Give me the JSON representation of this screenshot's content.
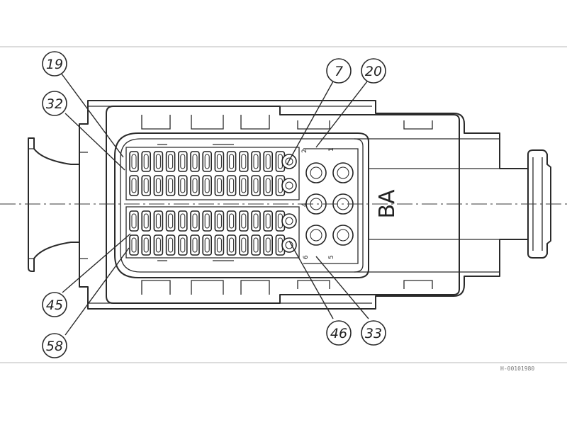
{
  "diagram": {
    "housing_marking": "BA",
    "sheet_code": "H-00101980",
    "callouts": [
      {
        "id": "19",
        "label": "19"
      },
      {
        "id": "32",
        "label": "32"
      },
      {
        "id": "7",
        "label": "7"
      },
      {
        "id": "20",
        "label": "20"
      },
      {
        "id": "45",
        "label": "45"
      },
      {
        "id": "58",
        "label": "58"
      },
      {
        "id": "46",
        "label": "46"
      },
      {
        "id": "33",
        "label": "33"
      }
    ],
    "cavity_labels": [
      {
        "id": "c2",
        "label": "2"
      },
      {
        "id": "c1",
        "label": "1"
      },
      {
        "id": "c4",
        "label": "4"
      },
      {
        "id": "c6",
        "label": "6"
      },
      {
        "id": "c5",
        "label": "5"
      }
    ]
  }
}
